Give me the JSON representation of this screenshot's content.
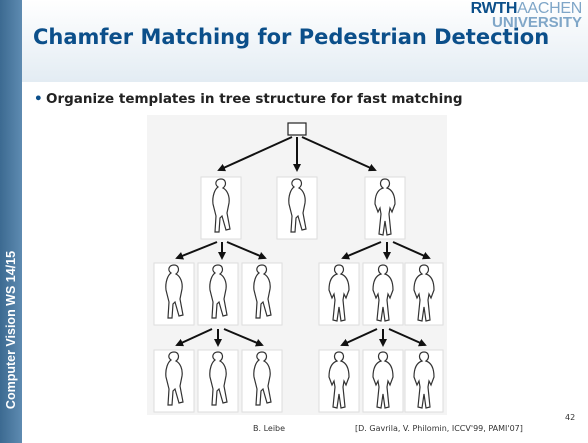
{
  "logo": {
    "rwth": "RWTH",
    "aachen": "AACHEN",
    "university": "UNIVERSITY"
  },
  "sidebar": {
    "label": "Computer Vision WS 14/15"
  },
  "slide": {
    "title": "Chamfer Matching for Pedestrian Detection",
    "bullet": "Organize templates in tree structure for fast matching"
  },
  "footer": {
    "author": "B. Leibe",
    "citation": "[D. Gavrila, V. Philomin, ICCV'99, PAMI'07]",
    "page": "42"
  },
  "colors": {
    "accent": "#0b4f8a",
    "sidebar": "#4b7aa2",
    "figure_bg": "#f4f4f4"
  }
}
